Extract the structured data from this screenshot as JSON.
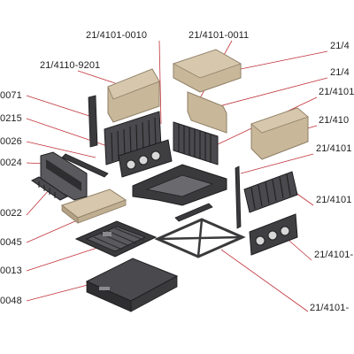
{
  "diagram": {
    "leader_color": "#c0323a",
    "part_colors": {
      "stone": "#c9b79a",
      "stone_edge": "#8f7f66",
      "metal_dark": "#3a3a3c",
      "metal_mid": "#5a5a5e",
      "metal_light": "#8a8a8e"
    },
    "labels": [
      {
        "id": "l_0010",
        "text": "21/4101-0010"
      },
      {
        "id": "l_0011",
        "text": "21/4101-0011"
      },
      {
        "id": "l_9201",
        "text": "21/4110-9201"
      },
      {
        "id": "l_r1",
        "text": "21/4"
      },
      {
        "id": "l_r2",
        "text": "21/4"
      },
      {
        "id": "l_r3",
        "text": "21/4101"
      },
      {
        "id": "l_r4",
        "text": "21/410"
      },
      {
        "id": "l_r5",
        "text": "21/4101"
      },
      {
        "id": "l_r6",
        "text": "21/4101"
      },
      {
        "id": "l_r7",
        "text": "21/4101-"
      },
      {
        "id": "l_r8",
        "text": "21/4101-"
      },
      {
        "id": "l_0071",
        "text": "0071"
      },
      {
        "id": "l_0215",
        "text": "0215"
      },
      {
        "id": "l_0026",
        "text": "0026"
      },
      {
        "id": "l_0024",
        "text": "0024"
      },
      {
        "id": "l_0022",
        "text": "0022"
      },
      {
        "id": "l_0045",
        "text": "0045"
      },
      {
        "id": "l_0013",
        "text": "0013"
      },
      {
        "id": "l_0048",
        "text": "0048"
      }
    ]
  }
}
